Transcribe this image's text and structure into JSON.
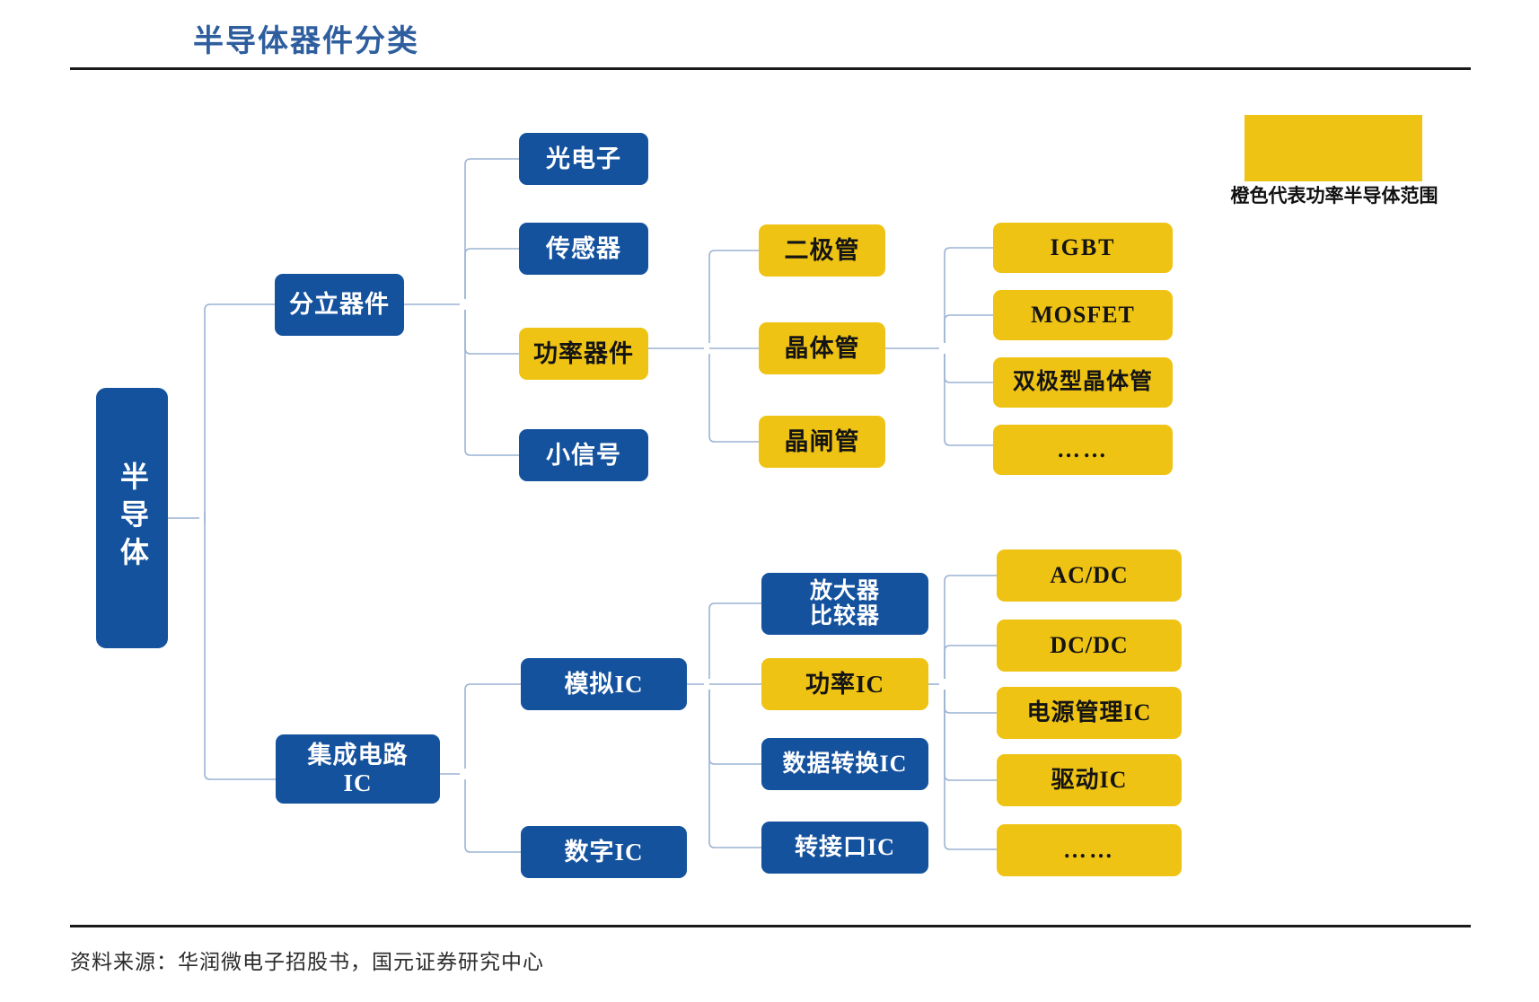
{
  "header": {
    "title": "半导体器件分类",
    "source": "资料来源：华润微电子招股书，国元证券研究中心"
  },
  "legend": {
    "swatch_color": "#EFC314",
    "text": "橙色代表功率半导体范围"
  },
  "colors": {
    "blue": "#14529E",
    "yellow": "#EFC314",
    "connector": "#9CB4D4",
    "title_blue": "#2E5E9E",
    "rule": "#1a1a1a"
  },
  "chart_data": {
    "type": "diagram",
    "title": "半导体器件分类",
    "layout": "horizontal-tree",
    "legend": {
      "yellow": "橙色代表功率半导体范围"
    },
    "nodes": [
      {
        "id": "root",
        "label": "半导体",
        "color": "yellow_no",
        "level": 0
      },
      {
        "id": "discrete",
        "label": "分立器件",
        "level": 1
      },
      {
        "id": "ic",
        "label": "集成电路\nIC",
        "level": 1
      },
      {
        "id": "opto",
        "label": "光电子",
        "level": 2
      },
      {
        "id": "sensor",
        "label": "传感器",
        "level": 2
      },
      {
        "id": "power_dev",
        "label": "功率器件",
        "level": 2,
        "power": true
      },
      {
        "id": "small_sig",
        "label": "小信号",
        "level": 2
      },
      {
        "id": "analog_ic",
        "label": "模拟IC",
        "level": 2
      },
      {
        "id": "digital_ic",
        "label": "数字IC",
        "level": 2
      },
      {
        "id": "diode",
        "label": "二极管",
        "level": 3,
        "power": true
      },
      {
        "id": "transistor",
        "label": "晶体管",
        "level": 3,
        "power": true
      },
      {
        "id": "thyristor",
        "label": "晶闸管",
        "level": 3,
        "power": true
      },
      {
        "id": "amp_comp",
        "label": "放大器\n比较器",
        "level": 3
      },
      {
        "id": "power_ic",
        "label": "功率IC",
        "level": 3,
        "power": true
      },
      {
        "id": "data_conv",
        "label": "数据转换IC",
        "level": 3
      },
      {
        "id": "interface",
        "label": "转接口IC",
        "level": 3
      },
      {
        "id": "igbt",
        "label": "IGBT",
        "level": 4,
        "power": true
      },
      {
        "id": "mosfet",
        "label": "MOSFET",
        "level": 4,
        "power": true
      },
      {
        "id": "bjt",
        "label": "双极型晶体管",
        "level": 4,
        "power": true
      },
      {
        "id": "etc1",
        "label": "……",
        "level": 4,
        "power": true
      },
      {
        "id": "acdc",
        "label": "AC/DC",
        "level": 4,
        "power": true
      },
      {
        "id": "dcdc",
        "label": "DC/DC",
        "level": 4,
        "power": true
      },
      {
        "id": "pmic",
        "label": "电源管理IC",
        "level": 4,
        "power": true
      },
      {
        "id": "driver_ic",
        "label": "驱动IC",
        "level": 4,
        "power": true
      },
      {
        "id": "etc2",
        "label": "……",
        "level": 4,
        "power": true
      }
    ],
    "edges": [
      [
        "root",
        "discrete"
      ],
      [
        "root",
        "ic"
      ],
      [
        "discrete",
        "opto"
      ],
      [
        "discrete",
        "sensor"
      ],
      [
        "discrete",
        "power_dev"
      ],
      [
        "discrete",
        "small_sig"
      ],
      [
        "ic",
        "analog_ic"
      ],
      [
        "ic",
        "digital_ic"
      ],
      [
        "power_dev",
        "diode"
      ],
      [
        "power_dev",
        "transistor"
      ],
      [
        "power_dev",
        "thyristor"
      ],
      [
        "transistor",
        "igbt"
      ],
      [
        "transistor",
        "mosfet"
      ],
      [
        "transistor",
        "bjt"
      ],
      [
        "transistor",
        "etc1"
      ],
      [
        "analog_ic",
        "amp_comp"
      ],
      [
        "analog_ic",
        "power_ic"
      ],
      [
        "analog_ic",
        "data_conv"
      ],
      [
        "analog_ic",
        "interface"
      ],
      [
        "power_ic",
        "acdc"
      ],
      [
        "power_ic",
        "dcdc"
      ],
      [
        "power_ic",
        "pmic"
      ],
      [
        "power_ic",
        "driver_ic"
      ],
      [
        "power_ic",
        "etc2"
      ]
    ]
  },
  "nodes": {
    "root": {
      "label": "半导体"
    },
    "discrete": {
      "label": "分立器件"
    },
    "ic": {
      "label": "集成电路\nIC"
    },
    "opto": {
      "label": "光电子"
    },
    "sensor": {
      "label": "传感器"
    },
    "power_dev": {
      "label": "功率器件"
    },
    "small_sig": {
      "label": "小信号"
    },
    "analog_ic": {
      "label": "模拟IC"
    },
    "digital_ic": {
      "label": "数字IC"
    },
    "diode": {
      "label": "二极管"
    },
    "transistor": {
      "label": "晶体管"
    },
    "thyristor": {
      "label": "晶闸管"
    },
    "amp_comp": {
      "label": "放大器\n比较器"
    },
    "power_ic": {
      "label": "功率IC"
    },
    "data_conv": {
      "label": "数据转换IC"
    },
    "interface": {
      "label": "转接口IC"
    },
    "igbt": {
      "label": "IGBT"
    },
    "mosfet": {
      "label": "MOSFET"
    },
    "bjt": {
      "label": "双极型晶体管"
    },
    "etc1": {
      "label": "……"
    },
    "acdc": {
      "label": "AC/DC"
    },
    "dcdc": {
      "label": "DC/DC"
    },
    "pmic": {
      "label": "电源管理IC"
    },
    "driver_ic": {
      "label": "驱动IC"
    },
    "etc2": {
      "label": "……"
    }
  }
}
